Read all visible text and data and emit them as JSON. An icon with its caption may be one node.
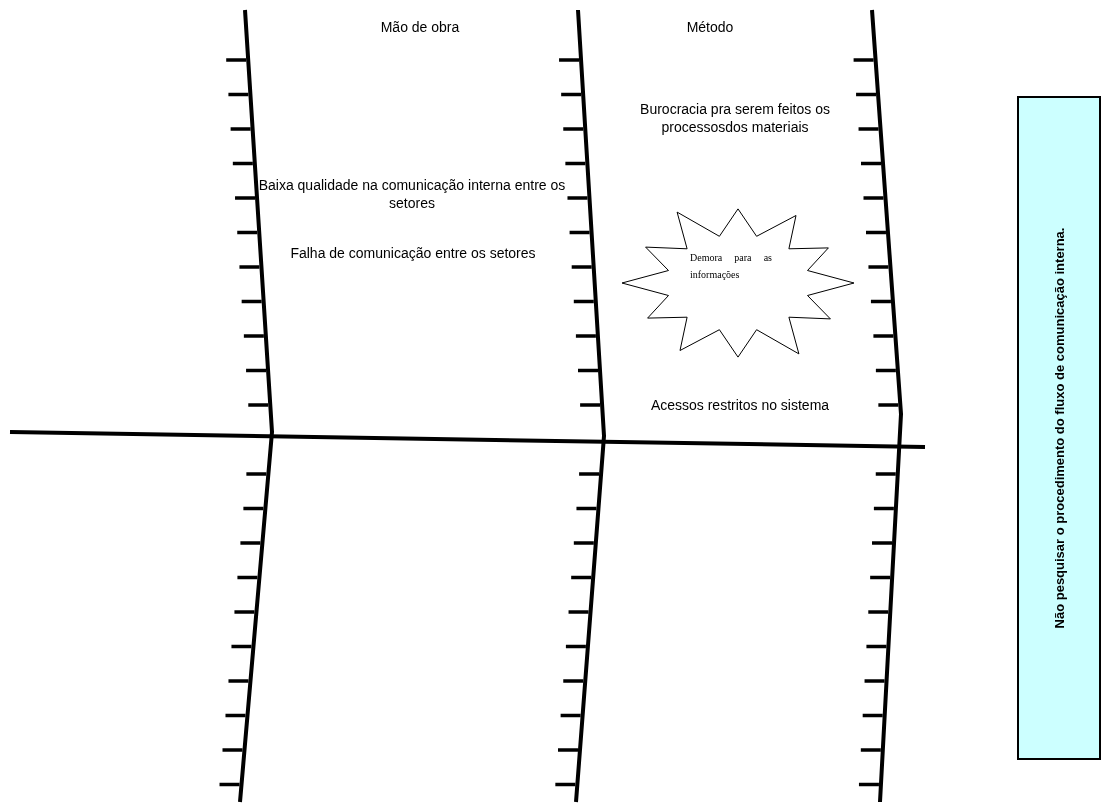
{
  "diagram": {
    "nodes": [
      {
        "text": [
          "Demora para as informações"
        ]
      },
      {
        "text": [
          "Não pesquisar o procedimento do fluxo de comunicação interna."
        ]
      }
    ],
    "labels": [
      "Mão de obra",
      "Método",
      "Baixa qualidade na comunicação interna entre os setores",
      "Falha de comunicação entre os setores",
      "Burocracia pra serem feitos os processosdos materiais",
      "Acessos restritos no sistema"
    ]
  }
}
